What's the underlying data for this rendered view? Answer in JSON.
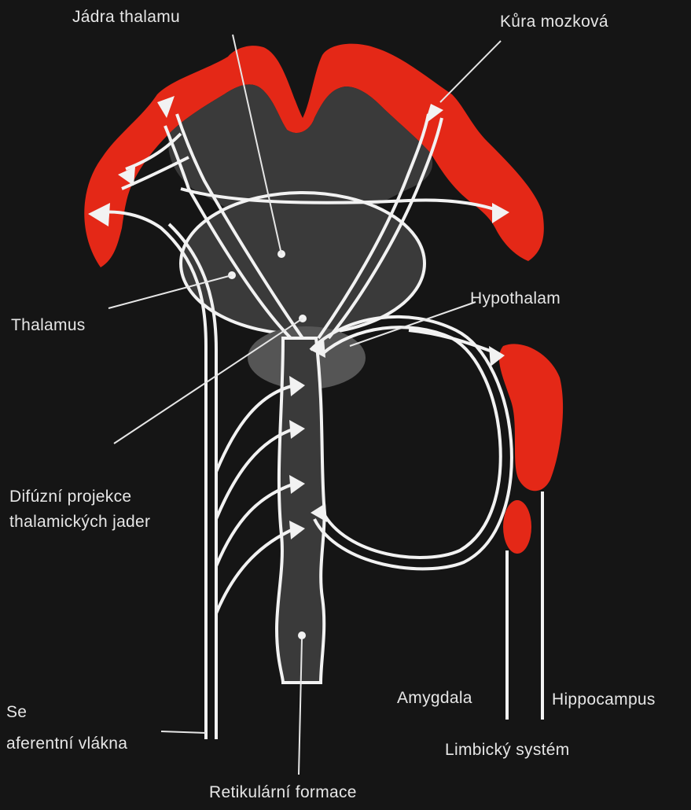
{
  "labels": {
    "thalamic_nuclei": "Jádra thalamu",
    "cortex": "Kůra mozková",
    "thalamus": "Thalamus",
    "hypothalamus": "Hypothalam",
    "diffuse_line1": "Difúzní projekce",
    "diffuse_line2": "thalamických jader",
    "sensory_line1": "Se",
    "sensory_line2": "aferentní vlákna",
    "amygdala": "Amygdala",
    "hippocampus": "Hippocampus",
    "limbic_system": "Limbický systém",
    "reticular_formation": "Retikulární formace"
  },
  "colors": {
    "background": "#151515",
    "cortex_red": "#e42817",
    "tissue_dark": "#3a3a3a",
    "hypothalamus_gray": "#555555",
    "stroke_white": "#f2f2f2"
  }
}
